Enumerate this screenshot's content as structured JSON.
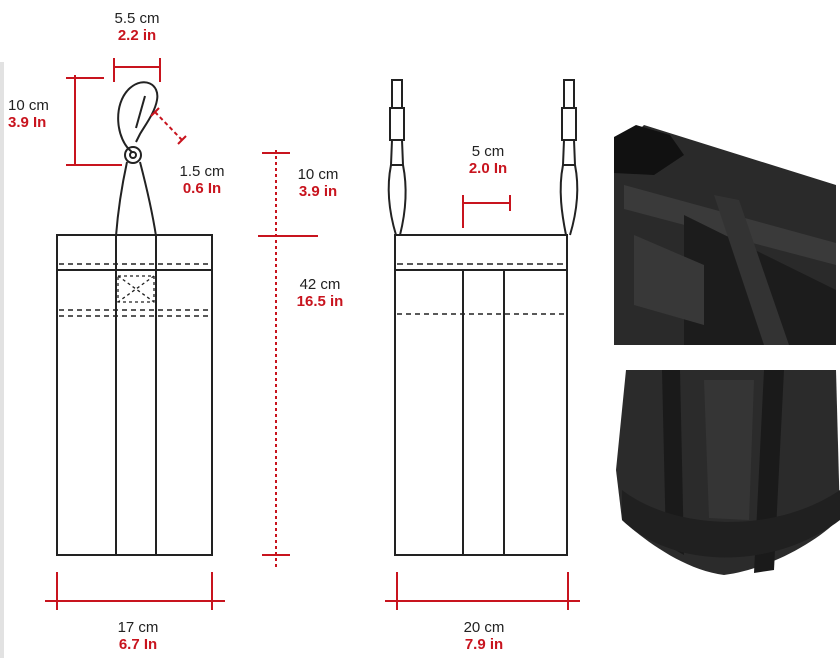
{
  "colors": {
    "ink": "#222222",
    "accent": "#c8141e",
    "fabric": "#262626"
  },
  "dimensions": {
    "hook_width": {
      "cm": "5.5 cm",
      "in": "2.2 in"
    },
    "hook_height": {
      "cm": "10 cm",
      "in": "3.9 In"
    },
    "hook_gate": {
      "cm": "1.5 cm",
      "in": "0.6 In"
    },
    "strap_length": {
      "cm": "10 cm",
      "in": "3.9 in"
    },
    "bag_height": {
      "cm": "42 cm",
      "in": "16.5 in"
    },
    "handle_width": {
      "cm": "5 cm",
      "in": "2.0 In"
    },
    "side_width": {
      "cm": "17 cm",
      "in": "6.7 In"
    },
    "front_width": {
      "cm": "20 cm",
      "in": "7.9 in"
    }
  },
  "views": [
    "side-view",
    "front-view",
    "top-detail-photo",
    "bottom-detail-photo"
  ]
}
